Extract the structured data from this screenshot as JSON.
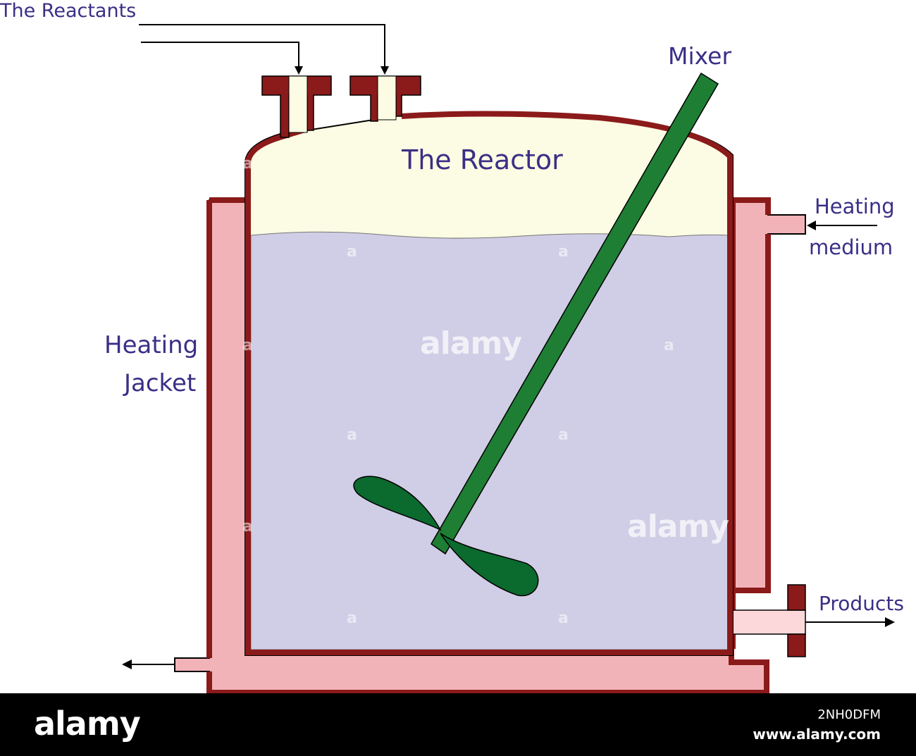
{
  "labels": {
    "reactants": "The Reactants",
    "reactor": "The Reactor",
    "mixer": "Mixer",
    "heating_medium_line1": "Heating",
    "heating_medium_line2": "medium",
    "heating_jacket_line1": "Heating",
    "heating_jacket_line2": "Jacket",
    "products": "Products"
  },
  "watermark": {
    "small_mark": "a",
    "large_mark": "alamy",
    "brand": "alamy",
    "image_id": "2NH0DFM",
    "site": "www.alamy.com"
  },
  "colors": {
    "wall": "#8b1a1a",
    "jacket_fluid": "#f2b3b8",
    "liquid": "#d0cde6",
    "headspace": "#fcfbe3",
    "mixer": "#1e7e34",
    "propeller": "#0b6a2e",
    "label_text": "#3a2f86"
  }
}
